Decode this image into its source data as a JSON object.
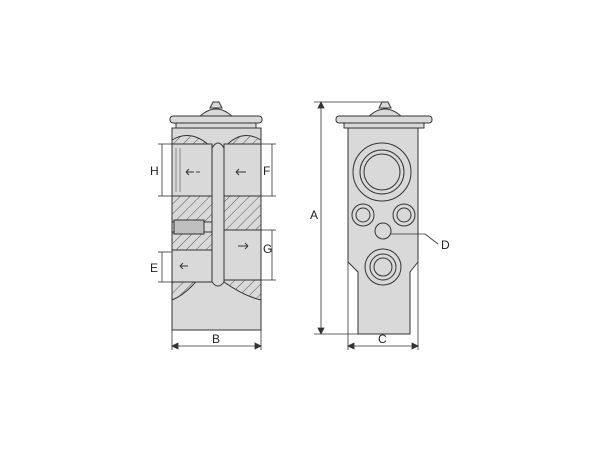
{
  "diagram": {
    "labels": {
      "a": "A",
      "b": "B",
      "c": "C",
      "d": "D",
      "e": "E",
      "f": "F",
      "g": "G",
      "h": "H"
    },
    "colors": {
      "body_fill": "#d9d9d9",
      "line": "#333333",
      "hatch": "#555555",
      "background": "#ffffff"
    }
  }
}
